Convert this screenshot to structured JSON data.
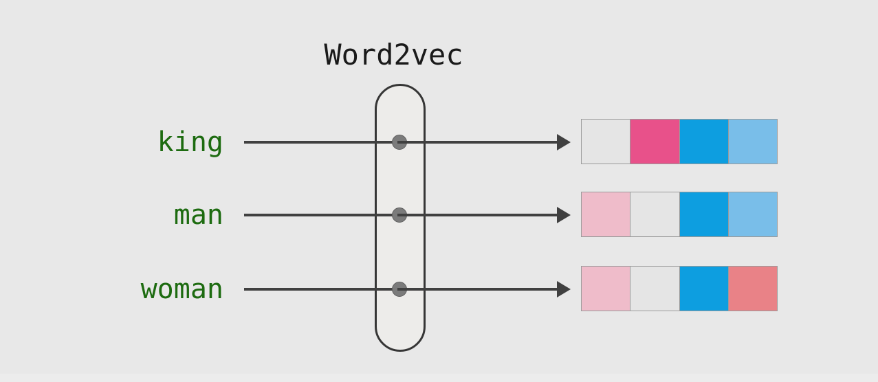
{
  "diagram": {
    "title": "Word2vec",
    "model_box_name": "word2vec-encoder",
    "colors": {
      "background": "#e8e8e8",
      "word_label": "#1d6b10",
      "wire": "#404040",
      "node_dot": "#7b7b7b",
      "capsule_border": "#363636",
      "capsule_fill": "#edecea",
      "cell_border": "#9a9a9a",
      "empty": "#e5e5e5",
      "magenta": "#e8518a",
      "light_pink": "#efbcca",
      "strong_blue": "#0d9ee0",
      "light_blue": "#79bee9",
      "salmon": "#e98287"
    },
    "rows": [
      {
        "word": "king",
        "vector": [
          {
            "name": "dim-1",
            "color": "#e5e5e5",
            "label": "empty"
          },
          {
            "name": "dim-2",
            "color": "#e8518a",
            "label": "magenta"
          },
          {
            "name": "dim-3",
            "color": "#0d9ee0",
            "label": "strong-blue"
          },
          {
            "name": "dim-4",
            "color": "#79bee9",
            "label": "light-blue"
          }
        ]
      },
      {
        "word": "man",
        "vector": [
          {
            "name": "dim-1",
            "color": "#efbcca",
            "label": "light-pink"
          },
          {
            "name": "dim-2",
            "color": "#e5e5e5",
            "label": "empty"
          },
          {
            "name": "dim-3",
            "color": "#0d9ee0",
            "label": "strong-blue"
          },
          {
            "name": "dim-4",
            "color": "#79bee9",
            "label": "light-blue"
          }
        ]
      },
      {
        "word": "woman",
        "vector": [
          {
            "name": "dim-1",
            "color": "#efbcca",
            "label": "light-pink"
          },
          {
            "name": "dim-2",
            "color": "#e5e5e5",
            "label": "empty"
          },
          {
            "name": "dim-3",
            "color": "#0d9ee0",
            "label": "strong-blue"
          },
          {
            "name": "dim-4",
            "color": "#e98287",
            "label": "salmon"
          }
        ]
      }
    ]
  }
}
